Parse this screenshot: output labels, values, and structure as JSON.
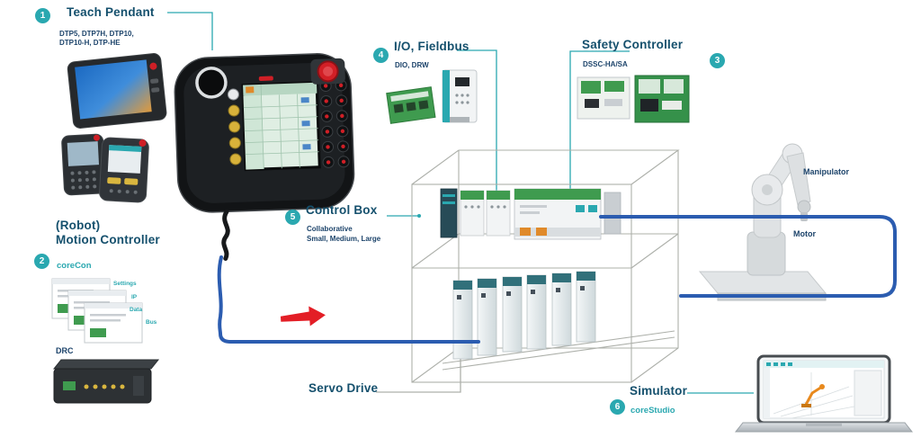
{
  "badges": [
    "1",
    "2",
    "3",
    "4",
    "5",
    "6"
  ],
  "teach_pendant": {
    "title": "Teach Pendant",
    "models_line1": "DTP5, DTP7H, DTP10,",
    "models_line2": "DTP10-H, DTP-HE"
  },
  "motion_controller": {
    "title_line1": "(Robot)",
    "title_line2": "Motion Controller",
    "product": "coreCon",
    "tags": [
      "Settings",
      "IP",
      "Data",
      "Bus"
    ],
    "device": "DRC"
  },
  "io_fieldbus": {
    "title": "I/O, Fieldbus",
    "product": "DIO, DRW"
  },
  "safety_controller": {
    "title": "Safety Controller",
    "product": "DSSC-HA/SA"
  },
  "control_box": {
    "title": "Control Box",
    "sub_line1": "Collaborative",
    "sub_line2": "Small, Medium, Large"
  },
  "servo_drive": {
    "title": "Servo Drive"
  },
  "simulator": {
    "title": "Simulator",
    "product": "coreStudio"
  },
  "robot": {
    "manipulator_label": "Manipulator",
    "motor_label": "Motor"
  },
  "colors": {
    "accent": "#2AA8B0",
    "header": "#15506D",
    "navy": "#1D446B",
    "cable": "#2B5CB0",
    "wireframe": "#ADB0AA",
    "arrow": "#E31E26"
  }
}
